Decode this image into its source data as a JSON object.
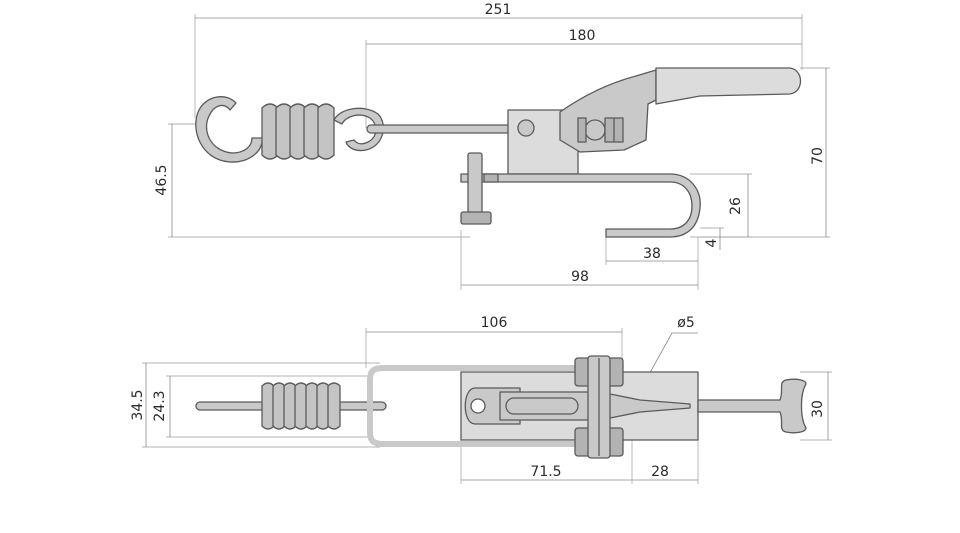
{
  "dimensions": {
    "side_view": {
      "overall_length": "251",
      "lever_length": "180",
      "hook_height": "46.5",
      "total_height": "70",
      "catch_height": "26",
      "catch_gap": "4",
      "catch_width": "38",
      "catch_length": "98"
    },
    "top_view": {
      "frame_length": "106",
      "pin_diameter": "ø5",
      "outer_width": "34.5",
      "inner_width": "24.3",
      "base_length": "71.5",
      "base_extension": "28",
      "plate_width": "30"
    }
  },
  "colors": {
    "metal": "#c9c9c9",
    "outline": "#5a5a5a",
    "dimension_line": "#8a8a8a"
  }
}
